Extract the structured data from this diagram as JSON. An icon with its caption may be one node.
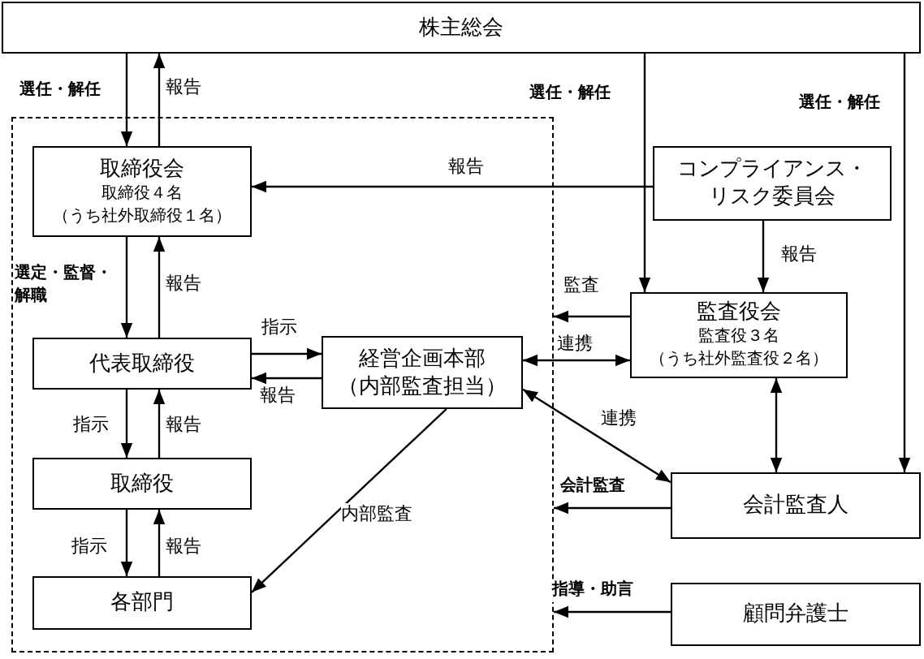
{
  "diagram": {
    "nodes": [
      {
        "text": [
          "株主総会"
        ]
      },
      {
        "text": [],
        "shape": "box"
      },
      {
        "text": [
          "取締役会",
          "取締役４名",
          "（うち社外取締役１名）"
        ],
        "in": 1
      },
      {
        "text": [
          "コンプライアンス・リスク委員会"
        ]
      },
      {
        "text": [
          "代表取締役"
        ],
        "in": 1
      },
      {
        "text": [
          "経営企画本部（内部監査担当）"
        ],
        "in": 1
      },
      {
        "text": [
          "監査役会",
          "監査役３名",
          "（うち社外監査役２名）"
        ]
      },
      {
        "text": [
          "取締役"
        ],
        "in": 1
      },
      {
        "text": [
          "会計監査人"
        ]
      },
      {
        "text": [
          "各部門"
        ],
        "in": 1
      },
      {
        "text": [
          "顧問弁護士"
        ]
      }
    ],
    "edges": [
      {
        "from": 0,
        "to": 2,
        "arrow": "to",
        "label": "選任・解任"
      },
      {
        "from": 2,
        "to": 0,
        "arrow": "to",
        "label": "報告"
      },
      {
        "from": 0,
        "to": 6,
        "arrow": "to",
        "label": "選任・解任"
      },
      {
        "from": 0,
        "to": 8,
        "arrow": "to",
        "label": "選任・解任"
      },
      {
        "from": 3,
        "to": 2,
        "arrow": "to",
        "label": "報告"
      },
      {
        "from": 3,
        "to": 6,
        "arrow": "to",
        "label": "報告"
      },
      {
        "from": 2,
        "to": 4,
        "arrow": "to",
        "label": "選定・監督・解職"
      },
      {
        "from": 4,
        "to": 2,
        "arrow": "to",
        "label": "報告"
      },
      {
        "from": 4,
        "to": 5,
        "arrow": "to",
        "label": "指示"
      },
      {
        "from": 5,
        "to": 4,
        "arrow": "to",
        "label": "報告"
      },
      {
        "from": 6,
        "to": 1,
        "arrow": "to",
        "label": "監査"
      },
      {
        "from": 5,
        "to": 6,
        "arrow": "both",
        "label": "連携"
      },
      {
        "from": 5,
        "to": 8,
        "arrow": "both",
        "label": "連携"
      },
      {
        "from": 6,
        "to": 8,
        "arrow": "both"
      },
      {
        "from": 5,
        "to": 9,
        "arrow": "to",
        "label": "内部監査"
      },
      {
        "from": 4,
        "to": 7,
        "arrow": "to",
        "label": "指示"
      },
      {
        "from": 7,
        "to": 4,
        "arrow": "to",
        "label": "報告"
      },
      {
        "from": 7,
        "to": 9,
        "arrow": "to",
        "label": "指示"
      },
      {
        "from": 9,
        "to": 7,
        "arrow": "to",
        "label": "報告"
      },
      {
        "from": 8,
        "to": 1,
        "arrow": "to",
        "label": "会計監査"
      },
      {
        "from": 10,
        "to": 1,
        "arrow": "to",
        "label": "指導・助言"
      }
    ]
  }
}
